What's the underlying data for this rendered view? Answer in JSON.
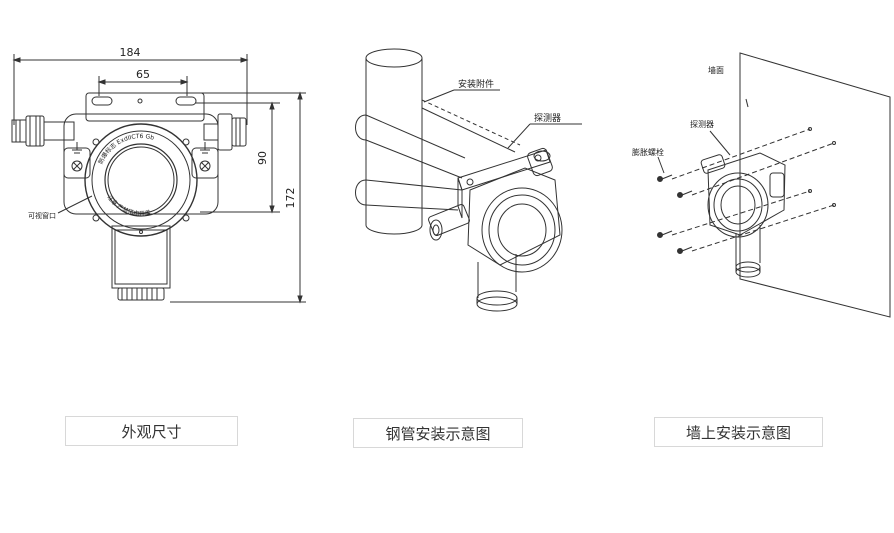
{
  "dimensions_panel": {
    "dim_width": "184",
    "dim_hole": "65",
    "dim_height_mid": "90",
    "dim_height_total": "172",
    "window_label": "可视窗口",
    "ring_text_top": "防爆标志 ExdIICT6 Gb",
    "ring_text_bottom": "注意 严禁带电开盖"
  },
  "pipe_panel": {
    "label_bracket": "安装附件",
    "label_detector": "探测器"
  },
  "wall_panel": {
    "label_wall": "墙面",
    "label_detector": "探测器",
    "label_bolt": "膨胀螺栓"
  },
  "captions": {
    "dimensions": "外观尺寸",
    "pipe_mount": "钢管安装示意图",
    "wall_mount": "墙上安装示意图"
  }
}
